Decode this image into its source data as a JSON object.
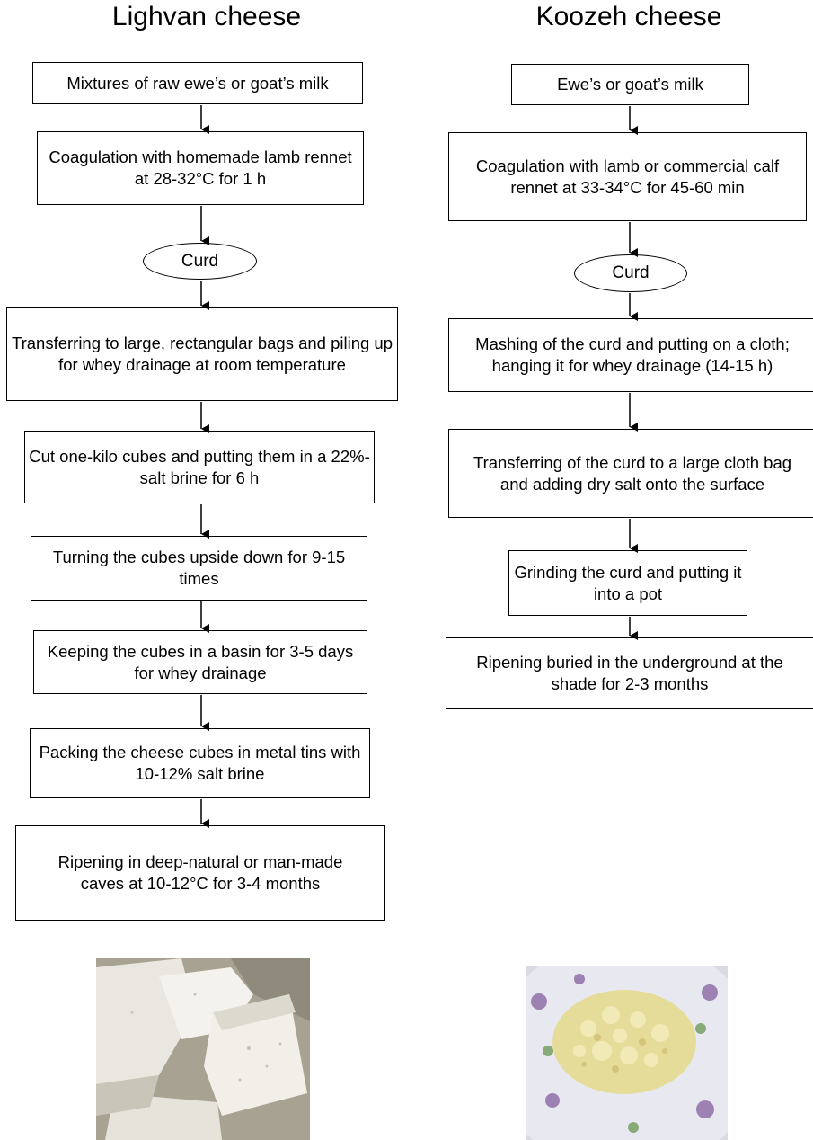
{
  "lighvan": {
    "title": "Lighvan cheese",
    "steps": [
      "Mixtures of raw ewe’s or goat’s milk",
      "Coagulation with homemade lamb rennet at 28-32°C for 1 h",
      "Curd",
      "Transferring to large, rectangular bags and piling up for whey drainage at room temperature",
      "Cut one-kilo cubes and putting them in a  22%-salt brine for 6 h",
      "Turning the cubes upside down for 9-15 times",
      "Keeping the cubes in a basin for 3-5 days for whey drainage",
      "Packing the cheese cubes in metal tins with 10-12% salt brine",
      "Ripening in deep-natural or man-made caves at 10-12°C for 3-4 months"
    ]
  },
  "koozeh": {
    "title": "Koozeh cheese",
    "steps": [
      "Ewe’s or goat’s milk",
      "Coagulation with lamb or commercial calf rennet at 33-34°C for 45-60 min",
      "Curd",
      "Mashing of the curd and putting on a cloth; hanging it for whey drainage (14-15 h)",
      "Transferring of the curd to a large cloth bag and adding dry salt onto the surface",
      "Grinding the curd and putting it into a pot",
      "Ripening buried in the underground at the shade for 2-3 months"
    ]
  }
}
